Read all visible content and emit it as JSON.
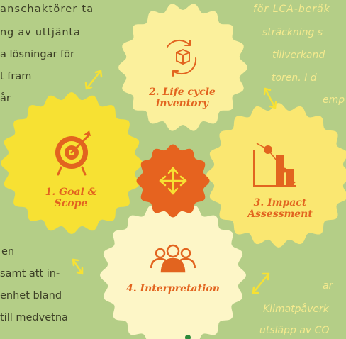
{
  "background_text": {
    "left_top": [
      "anschaktörer  ta",
      "ng av uttjänta",
      "a lösningar för",
      "t fram",
      "år"
    ],
    "left_bottom": [
      "en",
      "samt att in-",
      "enhet bland",
      "till medvetna"
    ],
    "right_top": [
      "för  LCA-beräk",
      "sträckning s",
      "tillverkand",
      "toren. I d",
      "emp"
    ],
    "right_bottom": [
      "ar",
      "Klimatpåverk",
      "utsläpp av CO"
    ]
  },
  "stages": [
    {
      "line1": "1. Goal &",
      "line2": "Scope",
      "icon": "target-icon"
    },
    {
      "line1": "2. Life cycle",
      "line2": "inventory",
      "icon": "recycle-box-icon"
    },
    {
      "line1": "3. Impact",
      "line2": "Assessment",
      "icon": "chart-icon"
    },
    {
      "line1": "4. Interpretation",
      "line2": "",
      "icon": "people-icon"
    }
  ],
  "center_icon": "move-arrows-icon",
  "colors": {
    "background": "#b4ce87",
    "goal": "#f7e133",
    "inventory": "#fbf09c",
    "impact": "#fae771",
    "interpretation": "#fdf6c7",
    "center": "#e6631f",
    "accent": "#e2641f"
  }
}
